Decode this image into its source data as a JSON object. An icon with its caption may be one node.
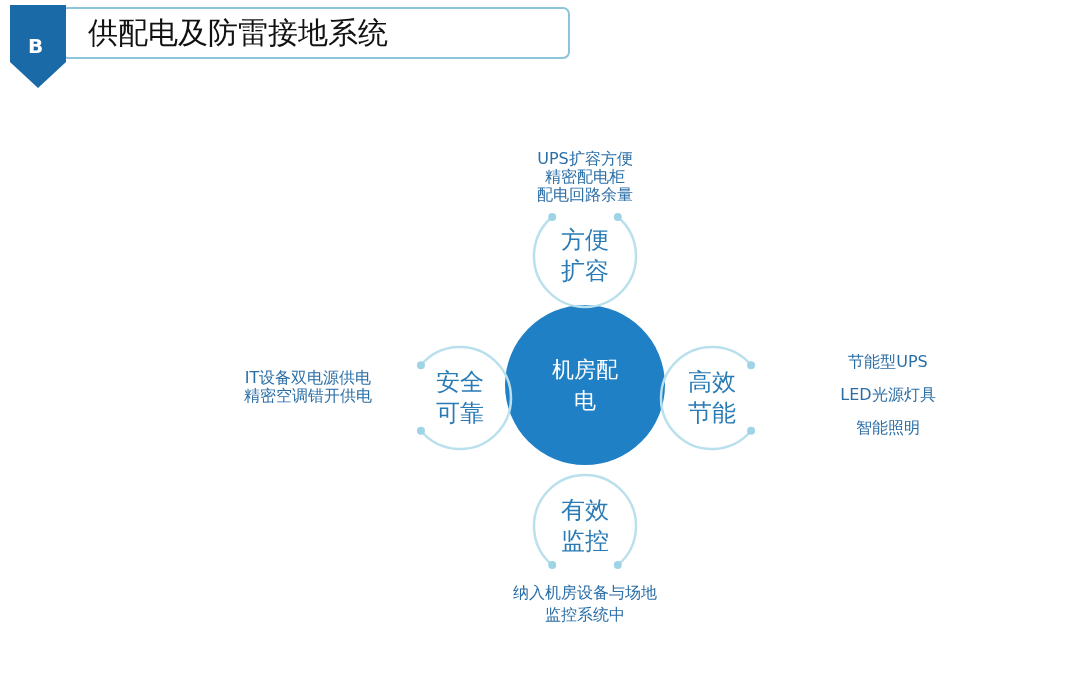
{
  "diagram": {
    "title": "供配电及防雷接地系统",
    "nodes": [
      {
        "text": [
          "机房配电"
        ]
      },
      {
        "text": [
          "方便扩容"
        ],
        "beside": [
          "UPS扩容方便",
          "精密配电柜",
          "配电回路余量"
        ]
      },
      {
        "text": [
          "安全可靠"
        ],
        "beside": [
          "IT设备双电源供电",
          "精密空调错开供电"
        ]
      },
      {
        "text": [
          "高效节能"
        ],
        "beside": [
          "节能型UPS",
          "LED光源灯具",
          "智能照明"
        ]
      },
      {
        "text": [
          "有效监控"
        ],
        "beside": [
          "纳入机房设备与场地监控系统中"
        ]
      }
    ],
    "labels": [
      "B"
    ]
  }
}
